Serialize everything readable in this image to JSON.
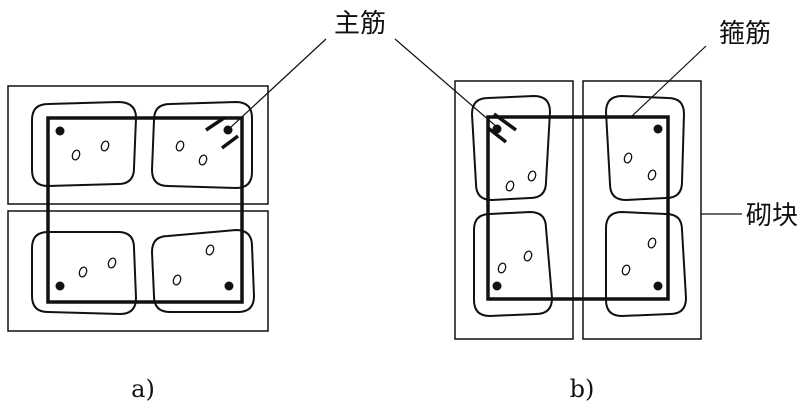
{
  "labels": {
    "main_rebar": "主筋",
    "stirrup": "箍筋",
    "block": "砌块",
    "sub_a": "a)",
    "sub_b": "b)"
  },
  "colors": {
    "ink": "#111111",
    "paper": "#ffffff"
  }
}
